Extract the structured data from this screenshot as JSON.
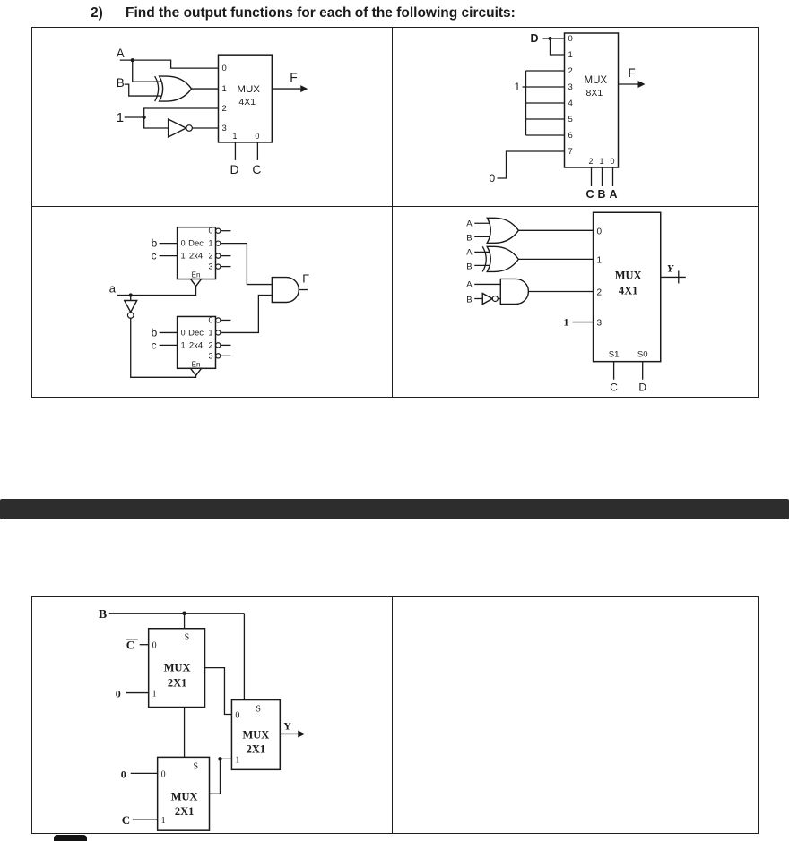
{
  "title": {
    "number": "2)",
    "text": "Find the output functions for each of the following circuits:"
  },
  "c1": {
    "in_a": "A",
    "in_b": "B",
    "const1": "1",
    "out_f": "F",
    "sel_d": "D",
    "sel_c": "C",
    "mux": {
      "title": "MUX",
      "size": "4X1",
      "in0": "0",
      "in1": "1",
      "in2": "2",
      "in3": "3",
      "s1": "1",
      "s0": "0"
    }
  },
  "c2": {
    "in_d": "D",
    "const1": "1",
    "const0": "0",
    "out_f": "F",
    "sel_c": "C",
    "sel_b": "B",
    "sel_a": "A",
    "mux": {
      "title": "MUX",
      "size": "8X1",
      "in0": "0",
      "in1": "1",
      "in2": "2",
      "in3": "3",
      "in4": "4",
      "in5": "5",
      "in6": "6",
      "in7": "7",
      "s2": "2",
      "s1": "1",
      "s0": "0"
    }
  },
  "c3": {
    "in_b": "b",
    "in_c": "c",
    "in_a": "a",
    "out_f": "F",
    "dec": {
      "title": "Dec",
      "size": "2x4",
      "in0": "0",
      "in1": "1",
      "out0": "0",
      "out1": "1",
      "out2": "2",
      "out3": "3",
      "en": "En"
    }
  },
  "c4": {
    "in_a": "A",
    "in_b": "B",
    "const1": "1",
    "out_y": "Y",
    "sel_c": "C",
    "sel_d": "D",
    "mux": {
      "title": "MUX",
      "size": "4X1",
      "in0": "0",
      "in1": "1",
      "in2": "2",
      "in3": "3",
      "s1": "S1",
      "s0": "S0"
    }
  },
  "c5": {
    "in_b": "B",
    "in_cbar": "C",
    "zero_top": "0",
    "zero_bottom": "0",
    "in_c": "C",
    "out_y": "Y",
    "m1": {
      "s": "S",
      "in0": "0",
      "in1": "1",
      "title": "MUX",
      "size": "2X1"
    },
    "m2": {
      "s": "S",
      "in0": "0",
      "in1": "1",
      "title": "MUX",
      "size": "2X1"
    },
    "m3": {
      "s": "S",
      "in0": "0",
      "in1": "1",
      "title": "MUX",
      "size": "2X1"
    }
  }
}
